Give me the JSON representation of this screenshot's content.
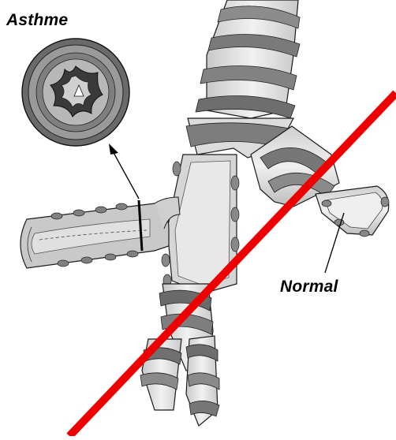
{
  "labels": {
    "asthma": "Asthme",
    "normal": "Normal"
  },
  "colors": {
    "cartilage_dark": "#6e6e6e",
    "cartilage_mid": "#9a9a9a",
    "lumen_fill": "#e6e6e6",
    "wall_fill": "#d9d9d9",
    "outline": "#1a1a1a",
    "slash_red": "#ee0000",
    "background": "#ffffff"
  },
  "icons": {
    "cross_section": "inflamed-bronchus-cross-section",
    "arrow": "pointer-arrow"
  }
}
